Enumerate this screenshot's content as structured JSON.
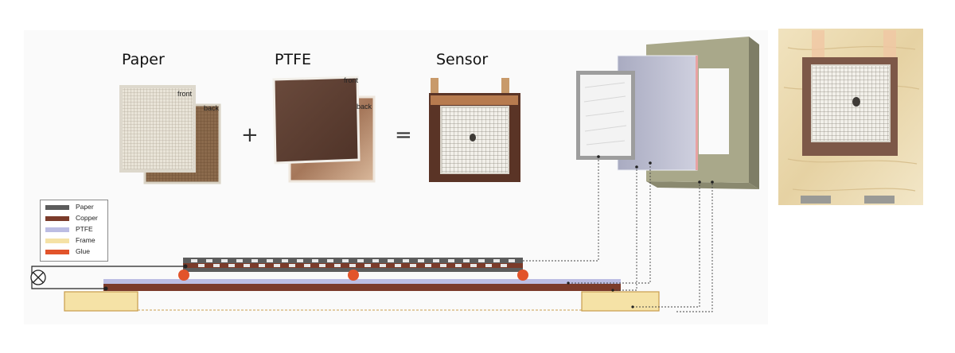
{
  "titles": {
    "paper": "Paper",
    "ptfe": "PTFE",
    "sensor": "Sensor"
  },
  "operators": {
    "plus": "+",
    "equals": "="
  },
  "sheet_labels": {
    "paper_front": "front",
    "paper_back": "back",
    "ptfe_front": "front",
    "ptfe_back": "back"
  },
  "legend": {
    "items": [
      {
        "label": "Paper",
        "color": "#5c5c5c"
      },
      {
        "label": "Copper",
        "color": "#7b3b2a"
      },
      {
        "label": "PTFE",
        "color": "#bcbde3"
      },
      {
        "label": "Frame",
        "color": "#f5e2a6"
      },
      {
        "label": "Glue",
        "color": "#e2542b"
      }
    ]
  },
  "colors": {
    "paper": "#5c5c5c",
    "copper": "#7b3b2a",
    "ptfe": "#bcbde3",
    "frame": "#f5e2a6",
    "glue": "#e2542b",
    "frame_olive": "#a9a88a",
    "plywood": "#ecdcb4"
  },
  "icons": {
    "lamp": "lamp-symbol-icon"
  }
}
